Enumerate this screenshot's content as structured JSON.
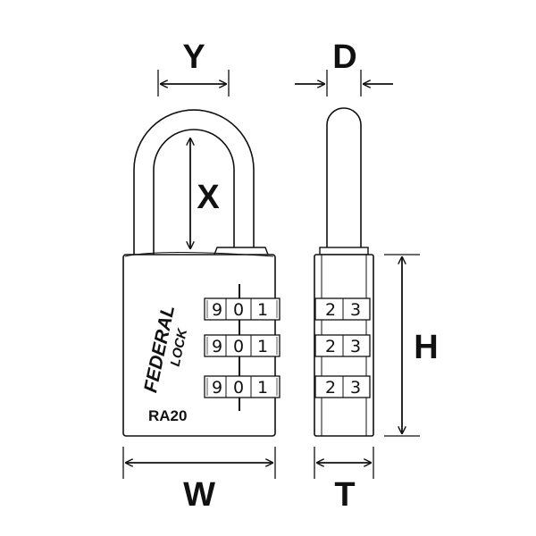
{
  "dimensions": {
    "shackle_width": "Y",
    "shackle_diameter": "D",
    "shackle_clearance": "X",
    "body_height": "H",
    "body_width": "W",
    "body_thickness": "T"
  },
  "brand": {
    "line1": "FEDERAL",
    "line2": "LOCK"
  },
  "model": "RA20",
  "front_dials": [
    [
      "9",
      "0",
      "1"
    ],
    [
      "9",
      "0",
      "1"
    ],
    [
      "9",
      "0",
      "1"
    ]
  ],
  "side_dials": [
    [
      "2",
      "3"
    ],
    [
      "2",
      "3"
    ],
    [
      "2",
      "3"
    ]
  ]
}
